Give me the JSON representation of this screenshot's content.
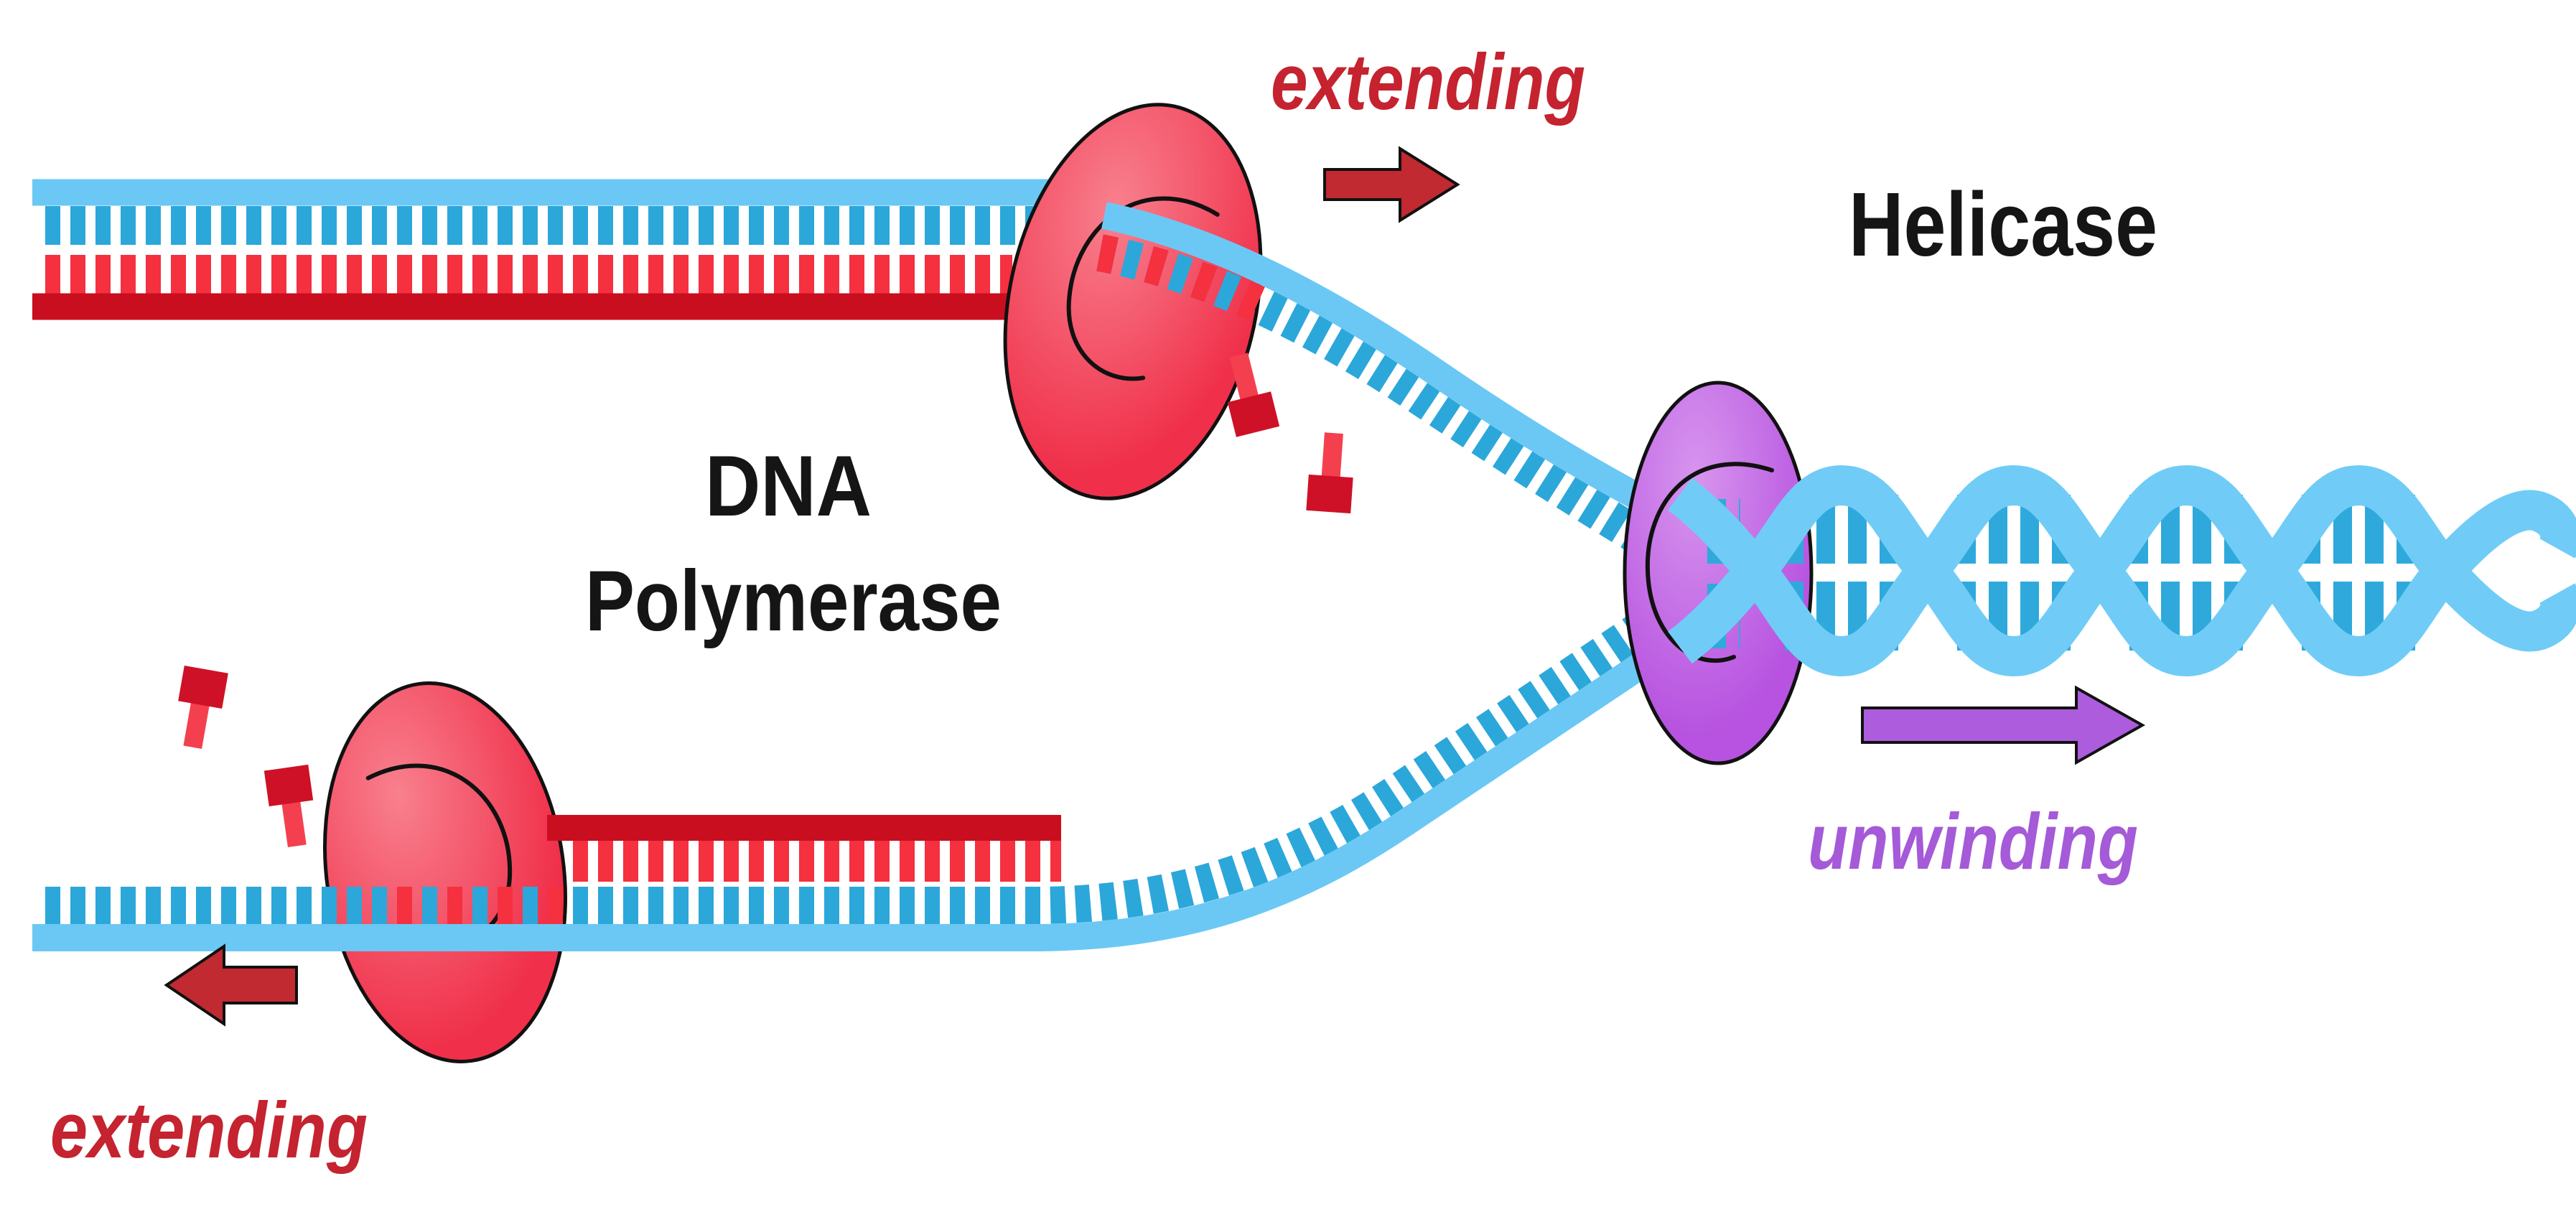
{
  "labels": {
    "helicase": "Helicase",
    "dna_polymerase_line1": "DNA",
    "dna_polymerase_line2": "Polymerase",
    "extending_top": "extending",
    "extending_bottom": "extending",
    "unwinding": "unwinding"
  },
  "colors": {
    "background": "#ffffff",
    "text_black": "#151515",
    "text_red": "#C4232F",
    "text_purple": "#A55AD8",
    "arrow_dark_red": "#C02A30",
    "arrow_purple": "#AC5CDC",
    "outline": "#111111",
    "strand_light_blue": "#6BC8F4",
    "strand_teeth_blue": "#2CA7DA",
    "strand_red": "#F5303F",
    "strand_dark_red": "#C90E1F",
    "helix_ribbon": "#70CCF6",
    "helix_rung": "#2FA9DB",
    "polymerase_light": "#F8808E",
    "polymerase_main": "#F0304A",
    "helicase_light": "#D795EE",
    "helicase_main": "#B753E0",
    "nucleotide_head": "#CE1126",
    "nucleotide_stem": "#F4404E"
  }
}
